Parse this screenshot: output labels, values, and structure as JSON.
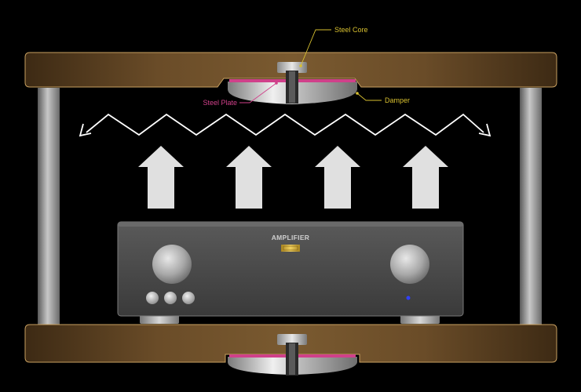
{
  "diagram": {
    "title": "Amplifier vibration isolation diagram",
    "labels": {
      "steel_core": "Steel Core",
      "steel_plate": "Steel Plate",
      "damper": "Damper"
    },
    "amplifier": {
      "brand": "AMPLIFIER"
    },
    "arrow_count": 4,
    "colors": {
      "background": "#000000",
      "wood_light": "#7a5a30",
      "wood_dark": "#3d2a14",
      "wood_edge": "#c8a060",
      "callout_yellow": "#d8c030",
      "callout_pink": "#d0408a",
      "amp_body": "#505050",
      "arrow_fill": "#e0e0e0",
      "pillar": "#9a9a9a",
      "led_blue": "#3040ff"
    }
  }
}
